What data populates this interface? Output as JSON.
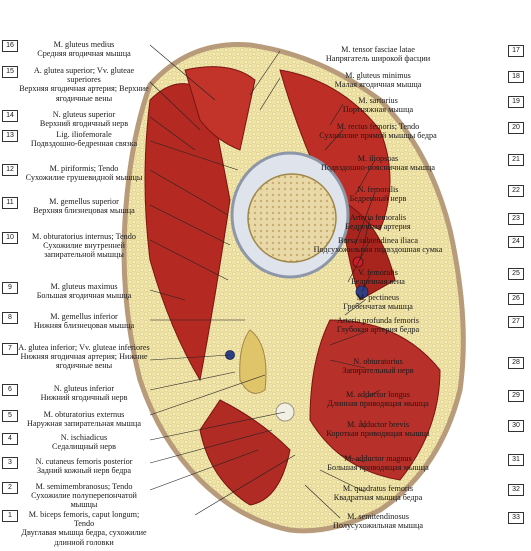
{
  "labels_left": [
    {
      "n": "16",
      "lat": "M. gluteus medius",
      "ru": "Средняя ягодичная мышца"
    },
    {
      "n": "15",
      "lat": "A. glutea superior; Vv. gluteae superiores",
      "ru": "Верхняя ягодичная артерия; Верхние ягодичные вены"
    },
    {
      "n": "14",
      "lat": "N. gluteus superior",
      "ru": "Верхний ягодичный нерв"
    },
    {
      "n": "13",
      "lat": "Lig. iliofemorale",
      "ru": "Подвздошно-бедренная связка"
    },
    {
      "n": "12",
      "lat": "M. piriformis; Tendo",
      "ru": "Сухожилие грушевидной мышцы"
    },
    {
      "n": "11",
      "lat": "M. gemellus superior",
      "ru": "Верхняя близнецовая мышца"
    },
    {
      "n": "10",
      "lat": "M. obturatorius internus; Tendo",
      "ru": "Сухожилие внутренней запирательной мышцы"
    },
    {
      "n": "9",
      "lat": "M. gluteus maximus",
      "ru": "Большая ягодичная мышца"
    },
    {
      "n": "8",
      "lat": "M. gemellus inferior",
      "ru": "Нижняя близнецовая мышца"
    },
    {
      "n": "7",
      "lat": "A. glutea inferior; Vv. gluteae inferiores",
      "ru": "Нижняя ягодичная артерия; Нижние ягодичные вены"
    },
    {
      "n": "6",
      "lat": "N. gluteus inferior",
      "ru": "Нижний ягодичный нерв"
    },
    {
      "n": "5",
      "lat": "M. obturatorius externus",
      "ru": "Наружная запирательная мышца"
    },
    {
      "n": "4",
      "lat": "N. ischiadicus",
      "ru": "Седалищный нерв"
    },
    {
      "n": "3",
      "lat": "N. cutaneus femoris posterior",
      "ru": "Задний кожный нерв бедра"
    },
    {
      "n": "2",
      "lat": "M. semimembranosus; Tendo",
      "ru": "Сухожилие полуперепончатой мышцы"
    },
    {
      "n": "1",
      "lat": "M. biceps femoris, caput longum; Tendo",
      "ru": "Двуглавая мышца бедра, сухожилие длинной головки"
    }
  ],
  "labels_right": [
    {
      "n": "17",
      "lat": "M. tensor fasciae latae",
      "ru": "Напрягатель широкой фасции"
    },
    {
      "n": "18",
      "lat": "M. gluteus minimus",
      "ru": "Малая ягодичная мышца"
    },
    {
      "n": "19",
      "lat": "M. sartorius",
      "ru": "Портняжная мышца"
    },
    {
      "n": "20",
      "lat": "M. rectus femoris; Tendo",
      "ru": "Сухожилие прямой мышцы бедра"
    },
    {
      "n": "21",
      "lat": "M. iliopsoas",
      "ru": "Подвздошно-поясничная мышца"
    },
    {
      "n": "22",
      "lat": "N. femoralis",
      "ru": "Бедренный нерв"
    },
    {
      "n": "23",
      "lat": "Arteria femoralis",
      "ru": "Бедренная артерия"
    },
    {
      "n": "24",
      "lat": "Bursa subtendinea iliaca",
      "ru": "Подсухожильная подвздошная сумка"
    },
    {
      "n": "25",
      "lat": "V. femoralis",
      "ru": "Бедренная вена"
    },
    {
      "n": "26",
      "lat": "M. pectineus",
      "ru": "Гребенчатая мышца"
    },
    {
      "n": "27",
      "lat": "Arteria profunda femoris",
      "ru": "Глубокая артерия бедра"
    },
    {
      "n": "28",
      "lat": "N. obturatorius",
      "ru": "Запирательный нерв"
    },
    {
      "n": "29",
      "lat": "M. adductor longus",
      "ru": "Длинная приводящая мышца"
    },
    {
      "n": "30",
      "lat": "M. adductor brevis",
      "ru": "Короткая приводящая мышца"
    },
    {
      "n": "31",
      "lat": "M. adductor magnus",
      "ru": "Большая приводящая мышца"
    },
    {
      "n": "32",
      "lat": "M. quadratus femoris",
      "ru": "Квадратная мышца бедра"
    },
    {
      "n": "33",
      "lat": "M. semitendinosus",
      "ru": "Полусухожильная мышца"
    }
  ]
}
